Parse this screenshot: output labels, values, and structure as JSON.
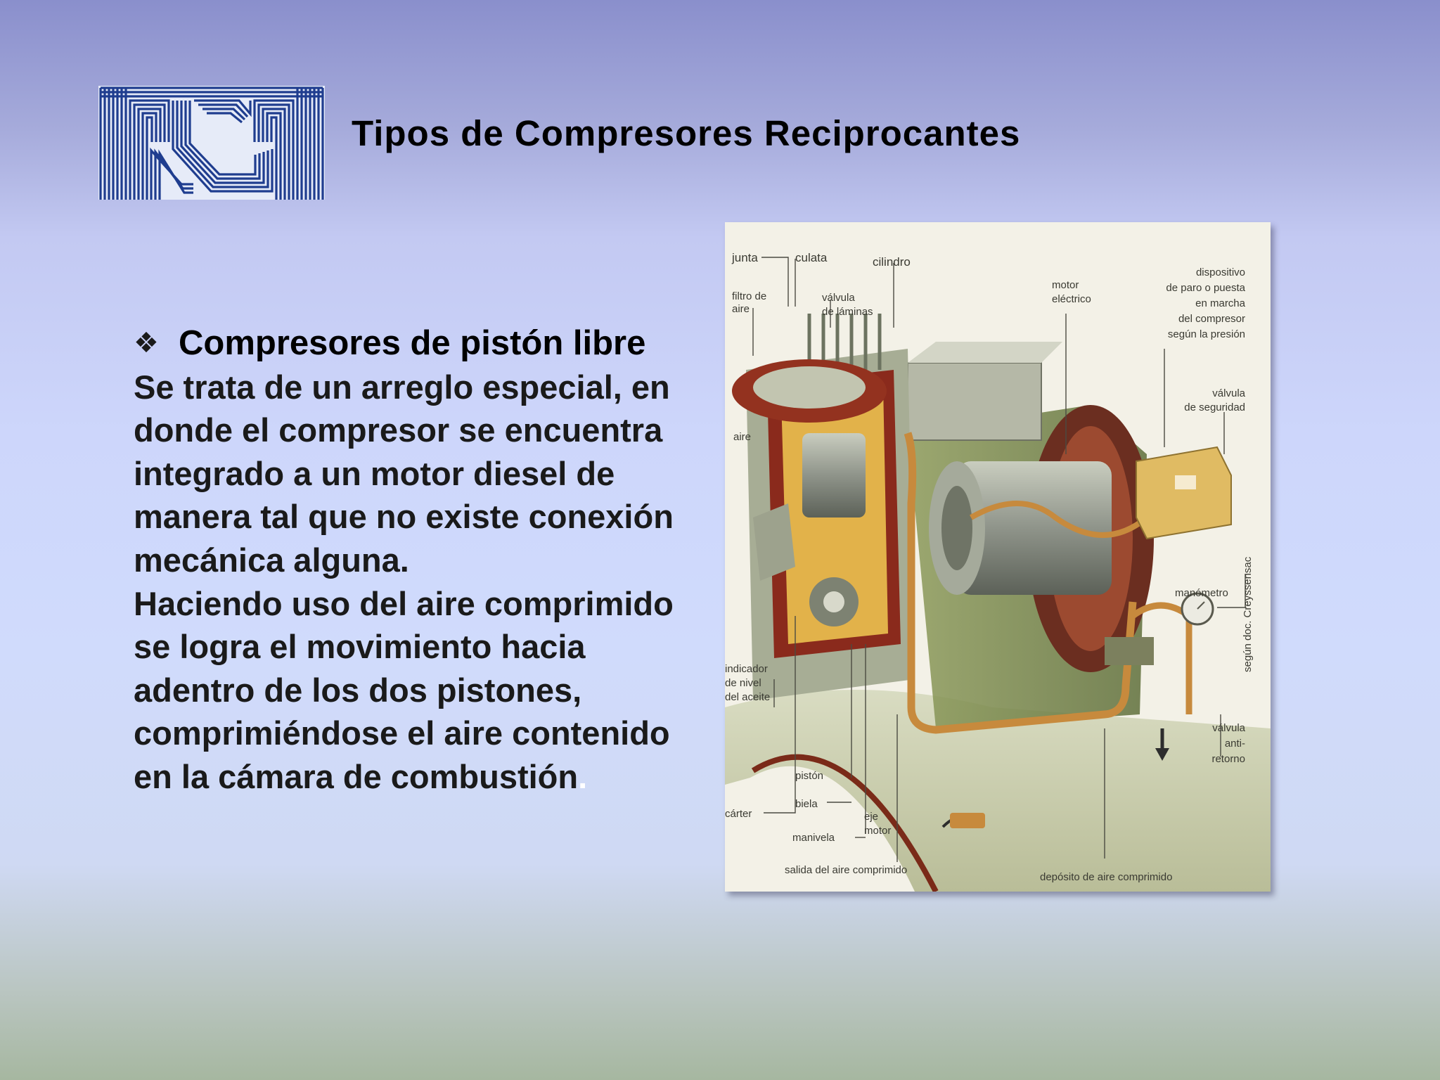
{
  "slide": {
    "title": "Tipos de Compresores Reciprocantes",
    "bullet_symbol": "❖",
    "bullet_heading": "Compresores de pistón libre",
    "paragraph_1": "Se trata de un arreglo especial, en donde el compresor se encuentra integrado a un motor diesel de manera tal que no existe conexión mecánica alguna.",
    "paragraph_2": "Haciendo uso del aire comprimido se logra el movimiento hacia adentro de los dos pistones, comprimiéndose el aire contenido en la cámara de combustión",
    "trailing_mark": "."
  },
  "figure": {
    "labels": {
      "junta": "junta",
      "culata": "culata",
      "cilindro": "cilindro",
      "filtro_l1": "filtro de",
      "filtro_l2": "aire",
      "valvula_laminas_l1": "válvula",
      "valvula_laminas_l2": "de láminas",
      "motor_l1": "motor",
      "motor_l2": "eléctrico",
      "dispositivo_l1": "dispositivo",
      "dispositivo_l2": "de paro o puesta",
      "dispositivo_l3": "en marcha",
      "dispositivo_l4": "del compresor",
      "dispositivo_l5": "según la presión",
      "aire": "aire",
      "seguridad_l1": "válvula",
      "seguridad_l2": "de seguridad",
      "manometro": "manómetro",
      "credit": "según doc. Creyssensac",
      "indicador_l1": "indicador",
      "indicador_l2": "de nivel",
      "indicador_l3": "del aceite",
      "antirretorno_l1": "válvula",
      "antirretorno_l2": "anti-",
      "antirretorno_l3": "retorno",
      "piston": "pistón",
      "biela": "biela",
      "carter": "cárter",
      "eje_l1": "eje",
      "eje_l2": "motor",
      "manivela": "manivela",
      "salida": "salida del aire comprimido",
      "deposito": "depósito de aire comprimido"
    }
  },
  "colors": {
    "logo_blue": "#1f3d8f",
    "title_text": "#000000",
    "body_text": "#1a1a1a"
  }
}
